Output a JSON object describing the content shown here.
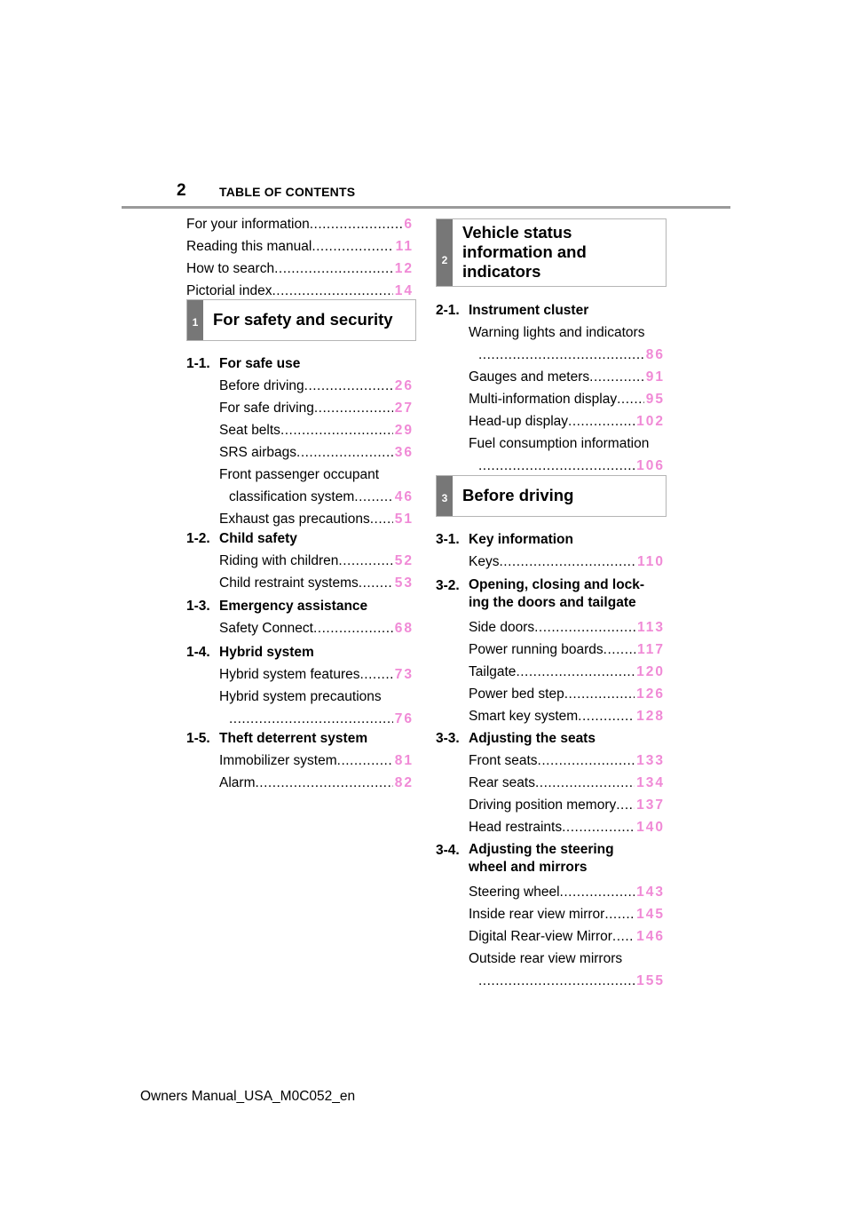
{
  "header": {
    "page_number": "2",
    "title": "TABLE OF CONTENTS"
  },
  "intro": [
    {
      "label": "For your information",
      "page": "6"
    },
    {
      "label": "Reading this manual",
      "page": "11"
    },
    {
      "label": "How to search",
      "page": "12"
    },
    {
      "label": "Pictorial index",
      "page": "14"
    }
  ],
  "chapters": {
    "ch1": {
      "number": "1",
      "title": "For safety and security"
    },
    "ch2": {
      "number": "2",
      "title_lines": [
        "Vehicle status",
        "information and",
        "indicators"
      ]
    },
    "ch3": {
      "number": "3",
      "title": "Before driving"
    }
  },
  "left_sections": {
    "s11": {
      "num": "1-1.",
      "title": "For safe use",
      "items": [
        {
          "label": "Before driving",
          "page": "26"
        },
        {
          "label": "For safe driving",
          "page": "27"
        },
        {
          "label": "Seat belts",
          "page": "29"
        },
        {
          "label": "SRS airbags",
          "page": "36"
        }
      ],
      "wrap_item": {
        "line1": "Front passenger occupant",
        "line2": "classification system",
        "page": "46"
      },
      "last_item": {
        "label": "Exhaust gas precautions",
        "page": "51"
      }
    },
    "s12": {
      "num": "1-2.",
      "title": "Child safety",
      "items": [
        {
          "label": "Riding with children",
          "page": "52"
        },
        {
          "label": "Child restraint systems",
          "page": "53"
        }
      ]
    },
    "s13": {
      "num": "1-3.",
      "title": "Emergency assistance",
      "items": [
        {
          "label": "Safety Connect",
          "page": "68"
        }
      ]
    },
    "s14": {
      "num": "1-4.",
      "title": "Hybrid system",
      "items": [
        {
          "label": "Hybrid system features",
          "page": "73"
        }
      ],
      "wrap_item": {
        "line1": "Hybrid system precautions",
        "line2": "",
        "page": "76"
      }
    },
    "s15": {
      "num": "1-5.",
      "title": "Theft deterrent system",
      "items": [
        {
          "label": "Immobilizer system",
          "page": "81"
        },
        {
          "label": "Alarm",
          "page": "82"
        }
      ]
    }
  },
  "right_sections": {
    "s21": {
      "num": "2-1.",
      "title": "Instrument cluster",
      "wrap_item_a": {
        "line1": "Warning lights and indicators",
        "page": "86"
      },
      "items": [
        {
          "label": "Gauges and meters",
          "page": "91"
        },
        {
          "label": "Multi-information display",
          "page": "95"
        },
        {
          "label": "Head-up display",
          "page": "102"
        }
      ],
      "wrap_item_b": {
        "line1": "Fuel consumption information",
        "page": "106"
      }
    },
    "s31": {
      "num": "3-1.",
      "title": "Key information",
      "items": [
        {
          "label": "Keys",
          "page": "110"
        }
      ]
    },
    "s32": {
      "num": "3-2.",
      "title_lines": [
        "Opening, closing and lock-",
        "ing the doors and tailgate"
      ],
      "items": [
        {
          "label": "Side doors",
          "page": "113"
        },
        {
          "label": "Power running boards",
          "page": "117"
        },
        {
          "label": "Tailgate",
          "page": "120"
        },
        {
          "label": "Power bed step",
          "page": "126"
        },
        {
          "label": "Smart key system",
          "page": "128"
        }
      ]
    },
    "s33": {
      "num": "3-3.",
      "title": "Adjusting the seats",
      "items": [
        {
          "label": "Front seats",
          "page": "133"
        },
        {
          "label": "Rear seats",
          "page": "134"
        },
        {
          "label": "Driving position memory",
          "page": "137"
        },
        {
          "label": "Head restraints",
          "page": "140"
        }
      ]
    },
    "s34": {
      "num": "3-4.",
      "title_lines": [
        "Adjusting the steering",
        "wheel and mirrors"
      ],
      "items": [
        {
          "label": "Steering wheel",
          "page": "143"
        },
        {
          "label": "Inside rear view mirror",
          "page": "145"
        },
        {
          "label": "Digital Rear-view Mirror",
          "page": "146"
        }
      ],
      "wrap_item": {
        "line1": "Outside rear view mirrors",
        "page": "155"
      }
    }
  },
  "footer": {
    "text": "Owners Manual_USA_M0C052_en"
  },
  "colors": {
    "page_link": "#f08ad6",
    "tab": "#777777",
    "rule": "#9a9a9a"
  }
}
